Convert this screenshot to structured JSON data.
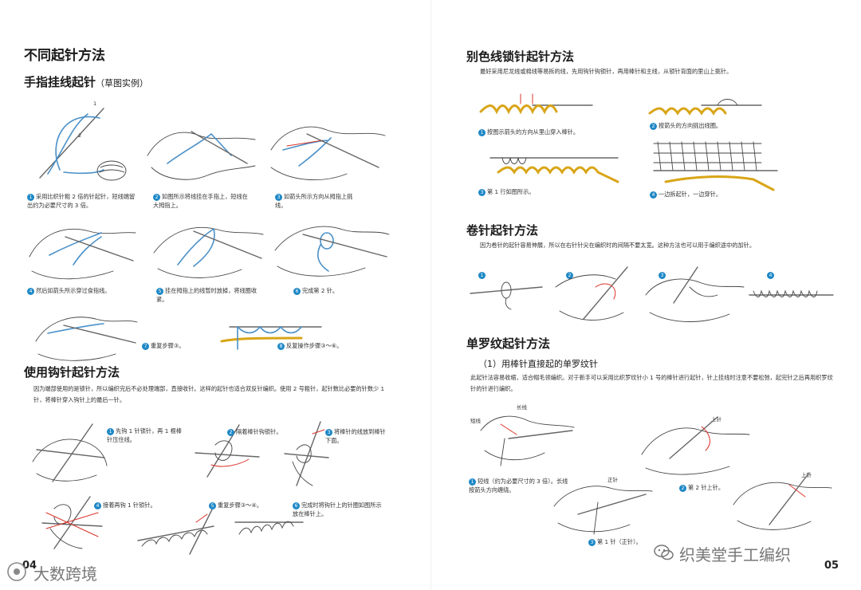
{
  "left_page": {
    "title": "不同起针方法",
    "finger": {
      "heading": "手指挂线起针",
      "heading_note": "（草图实例）",
      "label_1": "1",
      "label_2": "2",
      "steps": [
        {
          "n": "1",
          "text": "采用比织针粗 2 倍的针起针，短线端留出约为必要尺寸的 3 倍。"
        },
        {
          "n": "2",
          "text": "如图所示将线挂在手指上，短线在大拇指上。"
        },
        {
          "n": "3",
          "text": "如箭头所示方向从拇指上挑线。"
        },
        {
          "n": "4",
          "text": "然后如箭头所示穿过食指线。"
        },
        {
          "n": "5",
          "text": "挂在拇指上的线暂时放掉，将线圈收紧。"
        },
        {
          "n": "6",
          "text": "完成第 2 针。"
        },
        {
          "n": "7",
          "text": "重复步骤③。"
        },
        {
          "n": "8",
          "text": "反复操作步骤③～⑥。"
        }
      ]
    },
    "crochet": {
      "heading": "使用钩针起针方法",
      "para": "因为端部使用的是锁针，所以编织完后不必处理端部，直接收针。这样的起针也适合双反针编织。使用 2 号粗针，起针数比必要的针数少 1 针，将棒针穿入钩针上的最后一针。",
      "steps": [
        {
          "n": "1",
          "text": "先钩 1 针锁针，再 1 根棒针压住线。"
        },
        {
          "n": "2",
          "text": "隔着棒针钩锁针。"
        },
        {
          "n": "3",
          "text": "将棒针的线放到棒针下面。"
        },
        {
          "n": "4",
          "text": "接着再钩 1 针锁针。"
        },
        {
          "n": "5",
          "text": "重复步骤③～④。"
        },
        {
          "n": "6",
          "text": "完成时将钩针上的针圈如图所示放在棒针上。"
        }
      ]
    },
    "page_number": "04"
  },
  "right_page": {
    "contrast": {
      "heading": "别色线锁针起针方法",
      "para": "最好采用尼龙线或棉线等易拆的线，先用钩针钩锁针，再用棒针和主线，从锁针背面的里山上挑针。",
      "steps": [
        {
          "n": "1",
          "text": "按图示箭头的方向从里山穿入棒针。"
        },
        {
          "n": "2",
          "text": "按箭头的方向挑出线圈。"
        },
        {
          "n": "3",
          "text": "第 1 行如图所示。"
        },
        {
          "n": "4",
          "text": "一边拆起针，一边穿针。"
        }
      ]
    },
    "rolled": {
      "heading": "卷针起针方法",
      "para": "因为卷针的起针容易伸展，所以在右针针尖在编织时的间隔不要太宽。这种方法也可以用于编织途中的加针。",
      "markers": [
        "1",
        "2",
        "3",
        "4"
      ]
    },
    "rib": {
      "heading": "单罗纹起针方法",
      "sub_heading": "（1）用棒针直接起的单罗纹针",
      "para": "此起针法容易收缩，适合帽毛领编织。对于新手可以采用比织罗纹针小 1 号的棒针进行起针，针上挂线时注意不要松弛，起完针之后再用织罗纹针的针进行编织。",
      "labels": {
        "short_end": "短线",
        "long_end": "长线",
        "upper": "上针",
        "lower": "正针",
        "upper2": "上针"
      },
      "steps": [
        {
          "n": "1",
          "text": "短线（约为必要尺寸的 3 倍）。长线按箭头方向缠绕。"
        },
        {
          "n": "2",
          "text": "第 2 针上针。"
        },
        {
          "n": "3",
          "text": "第 1 针（正针）。"
        }
      ]
    },
    "page_number": "05"
  },
  "watermarks": {
    "left": "大数跨境",
    "right": "织美堂手工编织"
  }
}
